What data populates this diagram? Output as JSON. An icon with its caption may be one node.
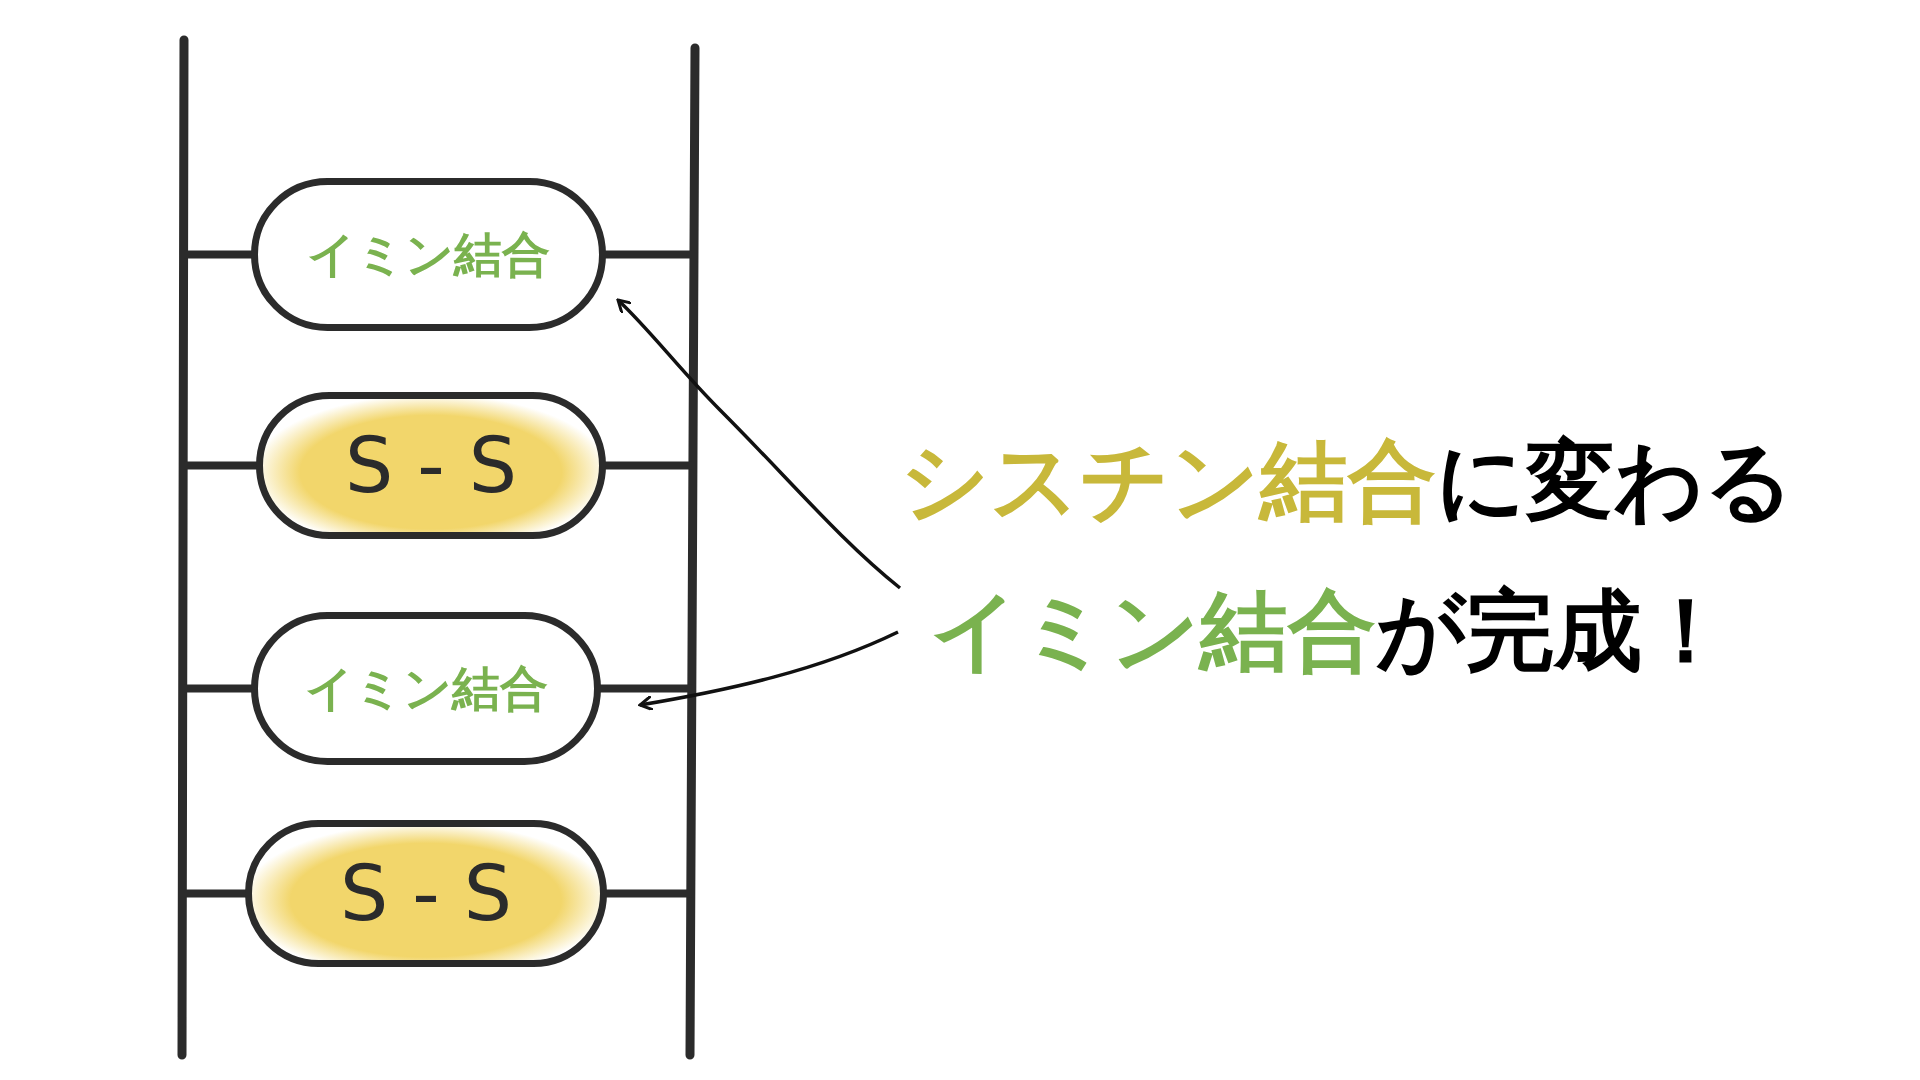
{
  "diagram": {
    "nodes": [
      {
        "text": [
          "イミン結合"
        ]
      },
      {
        "text": [
          "S - S"
        ]
      },
      {
        "text": [
          "イミン結合"
        ]
      },
      {
        "text": [
          "S - S"
        ]
      },
      {
        "text": [
          "シスチン結合に変わる",
          "イミン結合が完成！"
        ]
      }
    ],
    "edges": [
      {
        "from": 4,
        "to": 0,
        "arrow": "to"
      },
      {
        "from": 4,
        "to": 2,
        "arrow": "to"
      }
    ]
  }
}
